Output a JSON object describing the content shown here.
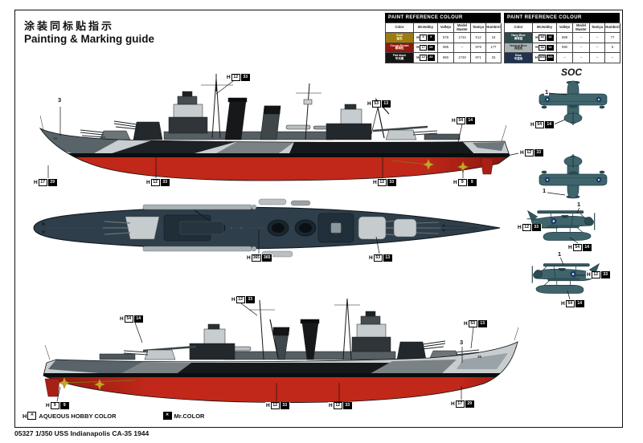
{
  "header": {
    "title_cn": "涂装同标贴指示",
    "title_en": "Painting & Marking guide"
  },
  "soc_label": "SOC",
  "marks": {
    "num1": "1",
    "num3": "3",
    "hull_number": "35"
  },
  "callouts": {
    "h": "H",
    "black": {
      "a": "12",
      "m": "33"
    },
    "neutral": {
      "a": "53",
      "m": "13"
    },
    "navy": {
      "a": "54",
      "m": "14"
    },
    "cocoa": {
      "a": "17",
      "m": "29"
    },
    "gold": {
      "a": "9",
      "m": "9"
    },
    "blue": {
      "a": "365",
      "m": "365"
    }
  },
  "paint_tables": [
    {
      "title": "PAINT  REFERENCE COLOUR",
      "columns": [
        "Color",
        "Mr.Hobby",
        "Vallejo",
        "Model Master",
        "Tamiya",
        "Humbrol"
      ],
      "rows": [
        {
          "name": "Gold",
          "name_cn": "金色",
          "swatch": "#9c7c10",
          "text_color": "#fff6d0",
          "aqueous": "9",
          "mr": "9",
          "vallejo": "878",
          "model_master": "1744",
          "tamiya": "X12",
          "humbrol": "16"
        },
        {
          "name": "Cocoa Brown",
          "name_cn": "椰褐色",
          "swatch": "#8e1a0e",
          "text_color": "#ffe9e2",
          "aqueous": "17",
          "mr": "29",
          "vallejo": "985",
          "model_master": "–",
          "tamiya": "XF9",
          "humbrol": "177"
        },
        {
          "name": "Flat black",
          "name_cn": "平光黑",
          "swatch": "#151515",
          "text_color": "#ffffff",
          "aqueous": "12",
          "mr": "33",
          "vallejo": "950",
          "model_master": "1749",
          "tamiya": "XF1",
          "humbrol": "33"
        }
      ]
    },
    {
      "title": "PAINT  REFERENCE COLOUR",
      "columns": [
        "Color",
        "Mr.Hobby",
        "Vallejo",
        "Model Master",
        "Tamiya",
        "Humbrol"
      ],
      "rows": [
        {
          "name": "Navy Blue",
          "name_cn": "海军蓝",
          "swatch": "#2f4a4c",
          "text_color": "#ffffff",
          "aqueous": "54",
          "mr": "14",
          "vallejo": "898",
          "model_master": "–",
          "tamiya": "–",
          "humbrol": "77"
        },
        {
          "name": "Neutral Blue",
          "name_cn": "浅蓝色",
          "swatch": "#a9b2b2",
          "text_color": "#1c2020",
          "aqueous": "53",
          "mr": "13",
          "vallejo": "990",
          "model_master": "–",
          "tamiya": "–",
          "humbrol": "5"
        },
        {
          "name": "Blue",
          "name_cn": "中蓝色",
          "swatch": "#1f3350",
          "text_color": "#ffffff",
          "aqueous": "365",
          "mr": "365",
          "vallejo": "–",
          "model_master": "–",
          "tamiya": "–",
          "humbrol": "–"
        }
      ]
    }
  ],
  "footer": {
    "h_prefix": "H",
    "legend_aqueous": "AQUEOUS HOBBY COLOR",
    "legend_mrcolor": "Mr.COLOR",
    "product": "05327 1/350 USS Indianapolis CA-35 1944"
  },
  "colors": {
    "hull_red": "#c1281a",
    "boot_black": "#0c0d0e",
    "camo_light": "#c8cdcf",
    "camo_mid": "#7a8286",
    "camo_slate": "#59646a",
    "camo_dark": "#16191c",
    "deck_blue": "#2e3e4a",
    "plane_teal": "#3f646c",
    "prop_gold": "#c9a227"
  }
}
